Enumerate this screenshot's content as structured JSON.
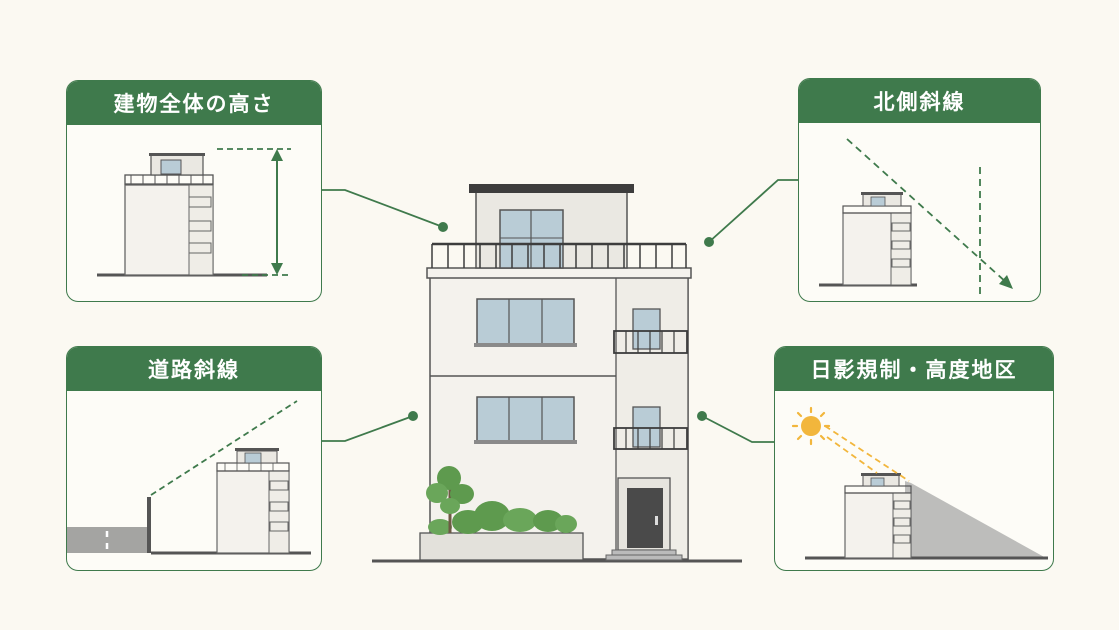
{
  "cards": {
    "building_height": {
      "title": "建物全体の高さ"
    },
    "north_slant": {
      "title": "北側斜線"
    },
    "road_slant": {
      "title": "道路斜線"
    },
    "shadow_height": {
      "title": "日影規制・高度地区"
    }
  },
  "colors": {
    "primary_green": "#3f7a4c",
    "background": "#fbf9f2",
    "building_wall": "#f3f1ec",
    "window_glass": "#b9ccd6",
    "roof_dark": "#3d3d3d",
    "sun": "#f2b63c",
    "shadow": "#bdbdbb",
    "plant_green": "#5e9a4e"
  },
  "icons": [
    "sun-icon",
    "arrow-icon"
  ]
}
